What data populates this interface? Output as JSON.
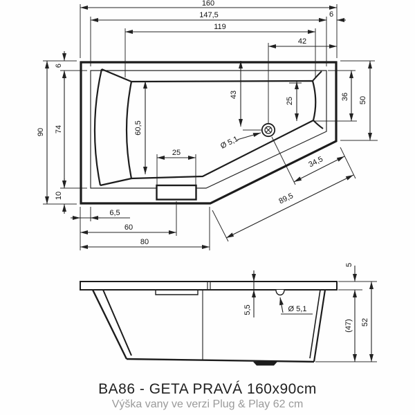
{
  "title": "BA86 - GETA PRAVÁ 160x90cm",
  "subtitle": "Výška vany ve verzi Plug & Play 62 cm",
  "top_view": {
    "width_total": "160",
    "width_rim_inner": "147,5",
    "rim_right": "6",
    "width_basin": "119",
    "drain_to_right_edge": "42",
    "height_total": "90",
    "rim_top": "6",
    "height_basin": "74",
    "rim_bottom": "10",
    "right_edge_height": "50",
    "right_inner_height": "36",
    "headrest_width": "25",
    "drain_from_top": "43",
    "basin_length_left": "60,5",
    "step_width": "25",
    "drain_diameter": "Ø 5,1",
    "diag_drain_to_corner": "34,5",
    "diag_total": "89,5",
    "rim_left": "6,5",
    "step_center_from_left": "60",
    "bottom_edge_length": "80"
  },
  "side_view": {
    "rim_height_left": "5,5",
    "drain_diameter": "Ø 5,1",
    "rim_height_right": "5",
    "body_height": "(47)",
    "total_height": "52"
  }
}
